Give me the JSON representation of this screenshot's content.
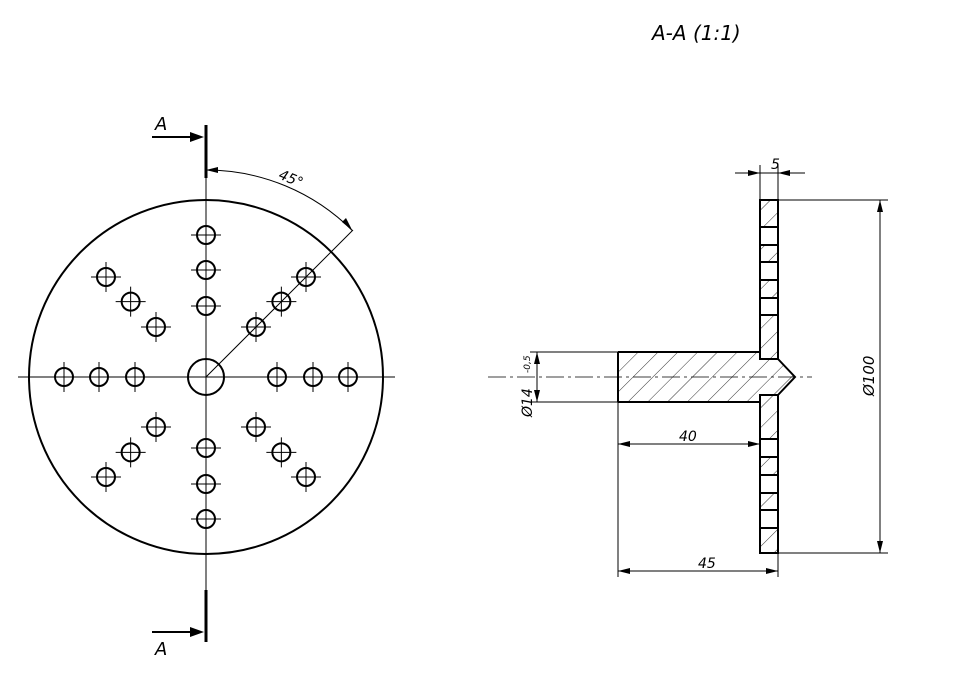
{
  "section_title": "A-A (1:1)",
  "section_marker_top": "A",
  "section_marker_bottom": "A",
  "front_view": {
    "angle_dimension": "45°",
    "hole_count_small": 24
  },
  "section_view": {
    "dim_plate_thickness": "5",
    "dim_outer_diameter": "Ø100",
    "dim_shaft_diameter": "Ø14",
    "dim_shaft_tolerance": "-0,5",
    "dim_shaft_length": "40",
    "dim_total_length": "45"
  }
}
